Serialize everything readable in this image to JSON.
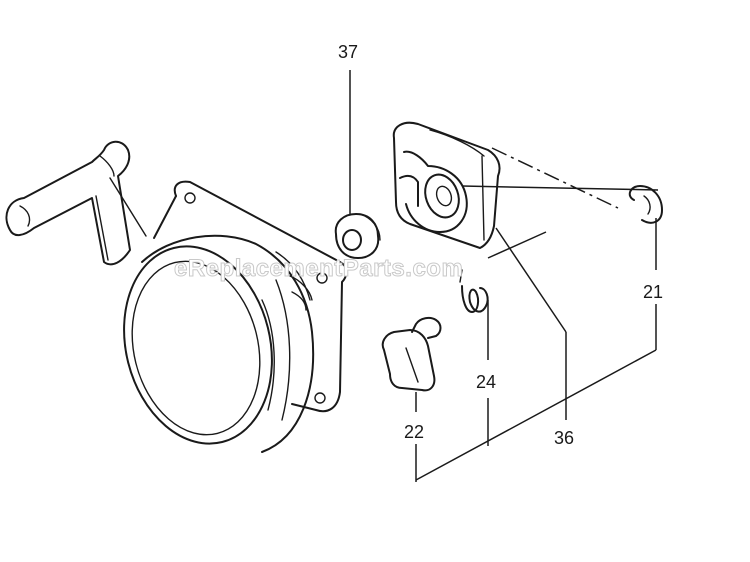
{
  "watermark": "eReplacementParts.com",
  "callouts": {
    "c37": "37",
    "c21": "21",
    "c24": "24",
    "c22": "22",
    "c36": "36"
  }
}
